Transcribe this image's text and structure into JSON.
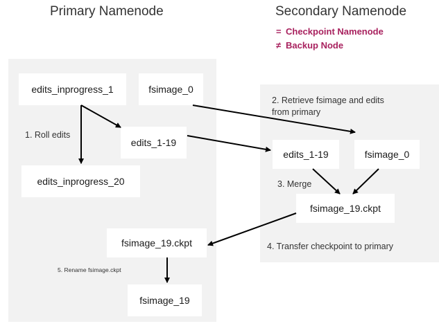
{
  "primary": {
    "title": "Primary Namenode",
    "boxes": {
      "edits_inprogress_1": "edits_inprogress_1",
      "fsimage_0": "fsimage_0",
      "edits_1_19": "edits_1-19",
      "edits_inprogress_20": "edits_inprogress_20",
      "fsimage_19_ckpt": "fsimage_19.ckpt",
      "fsimage_19": "fsimage_19"
    },
    "step1": "1. Roll edits",
    "step5": "5. Rename fsimage.ckpt"
  },
  "secondary": {
    "title": "Secondary Namenode",
    "equals_symbol": "=",
    "equals_text": "Checkpoint Namenode",
    "notequal_symbol": "≠",
    "notequal_text": "Backup Node",
    "boxes": {
      "edits_1_19": "edits_1-19",
      "fsimage_0": "fsimage_0",
      "fsimage_19_ckpt": "fsimage_19.ckpt"
    },
    "step2_line1": "2. Retrieve fsimage and edits",
    "step2_line2": "from primary",
    "step3": "3. Merge",
    "step4": "4. Transfer checkpoint to primary"
  },
  "colors": {
    "accent": "#a8215e",
    "panel": "#f2f2f2",
    "arrow": "#000000"
  }
}
